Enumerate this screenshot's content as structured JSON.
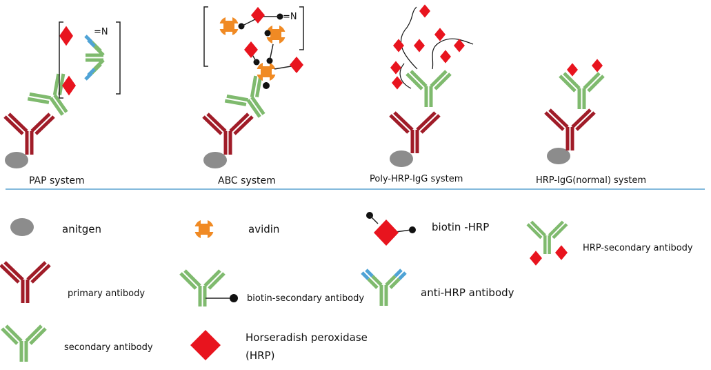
{
  "systems": {
    "pap": {
      "label": "PAP  system",
      "multiplier": "=N"
    },
    "abc": {
      "label": "ABC  system",
      "multiplier": "=N"
    },
    "poly": {
      "label": "Poly-HRP-IgG system"
    },
    "normal": {
      "label": "HRP-IgG(normal) system"
    }
  },
  "legend": {
    "antigen": "anitgen",
    "avidin": "avidin",
    "biotin_hrp": "biotin -HRP",
    "hrp_secondary": "HRP-secondary antibody",
    "primary": "primary antibody",
    "biotin_secondary": "biotin-secondary antibody",
    "anti_hrp": "anti-HRP antibody",
    "secondary": "secondary antibody",
    "hrp_line1": "Horseradish peroxidase",
    "hrp_line2": "(HRP)"
  },
  "colors": {
    "primary": "#a01c28",
    "secondary": "#7fba6e",
    "anti_hrp_tip": "#4fa3d6",
    "hrp": "#e8141e",
    "avidin": "#f08a24",
    "antigen": "#8c8c8c",
    "divider": "#3a90c8"
  }
}
